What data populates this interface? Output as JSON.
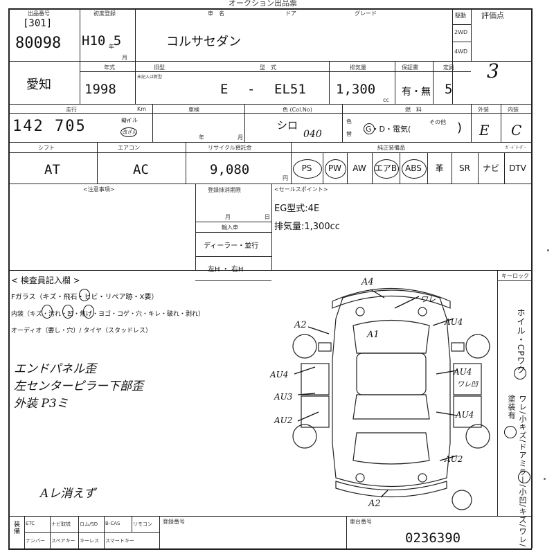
{
  "header": {
    "top_title": "オークション出品票",
    "lot_label": "出品番号",
    "lot_box": "[301]",
    "lot_number": "80098",
    "first_reg_label": "初度登録",
    "first_reg_value": "H10 5",
    "year_label": "年",
    "month_label": "月",
    "car_name_label": "車　名",
    "door_label": "ドア",
    "grade_label": "グレード",
    "car_name_value": "コルサセダン",
    "drive_label": "駆動",
    "drive_2wd": "2WD",
    "drive_4wd": "4WD",
    "rating_label": "評価点",
    "rating_value": "3"
  },
  "row2": {
    "area_value": "愛知",
    "model_year_label": "年式",
    "model_year_value": "1998",
    "old_label": "旧型",
    "old_sub": "未記入は新型",
    "model_label": "型　式",
    "model_prefix": "E",
    "model_dash": "-",
    "model_value": "EL51",
    "displacement_label": "排気量",
    "displacement_value": "1,300",
    "displacement_unit": "cc",
    "warranty_label": "保証書",
    "warranty_value": "有・無",
    "capacity_label": "定員",
    "capacity_value": "5"
  },
  "row3": {
    "mileage_label": "走行",
    "mileage_unit": "Km",
    "mileage_value": "142 705",
    "mileage_suffix": "Km",
    "mile_label": "マイル",
    "mile_unknown": "改ざん",
    "inspection_label": "車検",
    "inspection_year": "年",
    "inspection_month": "月",
    "color_label": "色 (Col.No)",
    "color_value": "シロ",
    "color_no": "040",
    "color_change_label_1": "色",
    "color_change_label_2": "替",
    "fuel_label": "燃　料",
    "fuel_value": "G・D・電気(",
    "fuel_other": "その他",
    "fuel_close": ")",
    "exterior_label": "外装",
    "exterior_value": "E",
    "interior_label": "内装",
    "interior_value": "C"
  },
  "row4": {
    "shift_label": "シフト",
    "shift_value": "AT",
    "ac_label": "エアコン",
    "ac_value": "AC",
    "recycle_label": "リサイクル預託金",
    "recycle_value": "9,080",
    "recycle_unit": "円",
    "equipment_label": "純正装備品",
    "equipment": [
      "PS",
      "PW",
      "AW",
      "エアB",
      "ABS",
      "革",
      "SR",
      "ナビ",
      "DTV"
    ],
    "equipment_circled": [
      "PS",
      "PW",
      "エアB",
      "ABS"
    ],
    "guard_label": "ｶﾞｰﾄﾞﾒｰﾀﾞｰ"
  },
  "notes": {
    "remarks_label": "<注意事項>",
    "reg_deadline_label": "登録抹消期限",
    "reg_month": "月",
    "reg_day": "日",
    "import_label": "輸入車",
    "import_value": "ディーラー・並行",
    "handle_value": "左H ・ 右H",
    "sales_label": "<セールスポイント>",
    "sales_line1": "EG型式:4E",
    "sales_line2": "排気量:1,300cc"
  },
  "inspector": {
    "title": "< 検査員記入欄 >",
    "glass_line": "Fガラス（キズ・飛石・ヒビ・リペア跡・X要）",
    "interior_line": "内装（キズ・汚れ・凹・焦げ・ヨゴ・コゲ・穴・キレ・破れ・剥れ）",
    "audio_line": "オーディオ（要し・穴）/ タイヤ（スタッドレス）",
    "hand_note1": "エンドパネル歪",
    "hand_note2": "左センターピラー下部歪",
    "hand_note3": "外装 P3ミ",
    "hand_note4": "Aレ消えず",
    "keyless_label": "キーロック",
    "side_vertical": "ホイル・CPワク",
    "side_items": "ワレ/小キズ/ドアミラー/小凹/キズ/ワレ/塗装有"
  },
  "diagram_marks": {
    "front_top": "A4",
    "front_right": "ワレ",
    "left_front": "A2",
    "right_front": "AU4",
    "roof": "A1",
    "left_door1": "AU4",
    "left_door2": "AU3",
    "left_door3": "AU2",
    "right_door1": "AU4",
    "right_door1_note": "ワレ凹",
    "right_door2": "AU4",
    "rear_right": "AU2",
    "rear_bottom": "A2"
  },
  "footer": {
    "label_col": "装備",
    "items_row1": [
      "ETC",
      "ナビ取説",
      "ロム/SD",
      "B-CAS",
      "リモコン"
    ],
    "items_row2": [
      "ナンバー",
      "スペアキー",
      "キーレス",
      "スマートキー"
    ],
    "reg_number_label": "登録番号",
    "chassis_label": "車台番号",
    "chassis_value": "0236390"
  }
}
